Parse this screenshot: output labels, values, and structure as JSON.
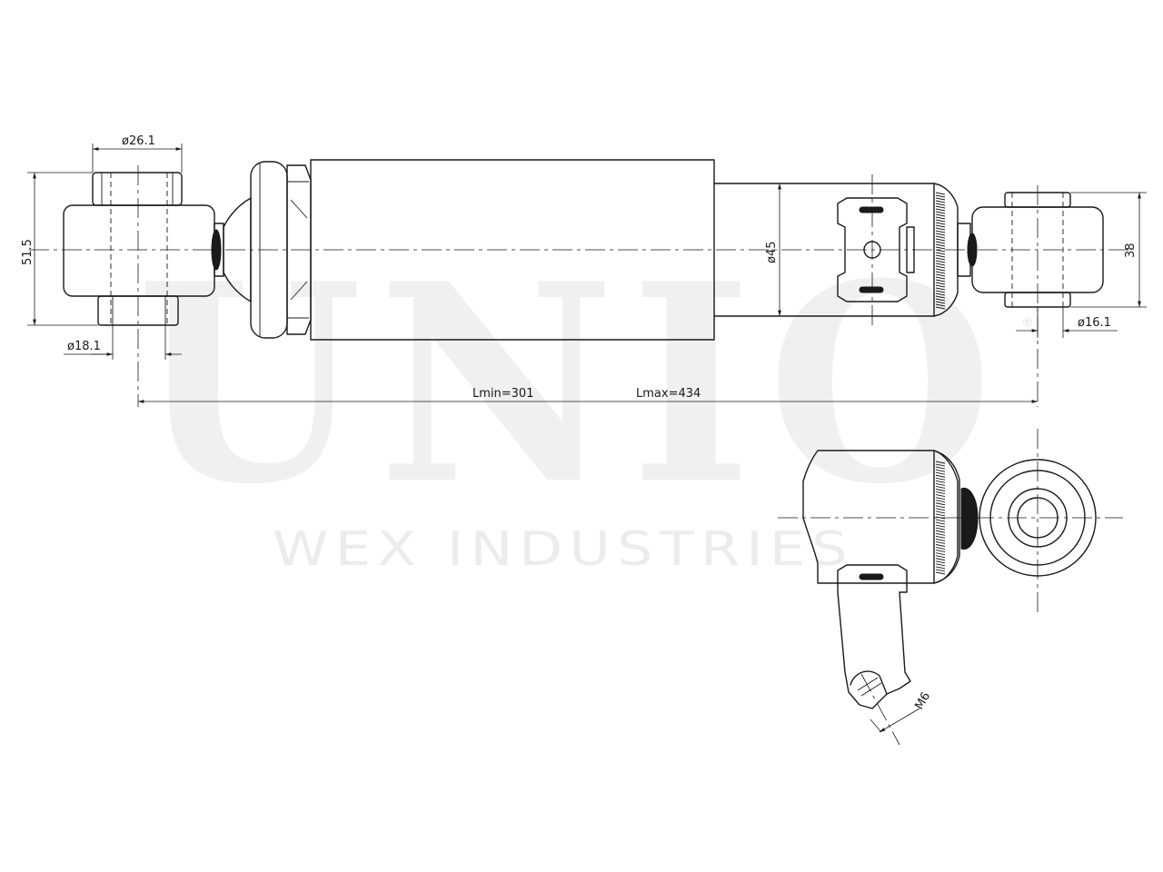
{
  "watermark": {
    "brand": "UNIO",
    "registered_mark": "®",
    "company": "WEX INDUSTRIES"
  },
  "dimensions": {
    "top_eye_width": "ø26.1",
    "top_mount_height": "51.5",
    "top_bore": "ø18.1",
    "body_diameter": "ø45",
    "bottom_mount_height": "38",
    "bottom_bore": "ø16.1",
    "length_min": "Lmin=301",
    "length_max": "Lmax=434",
    "bracket_thread": "M6"
  }
}
